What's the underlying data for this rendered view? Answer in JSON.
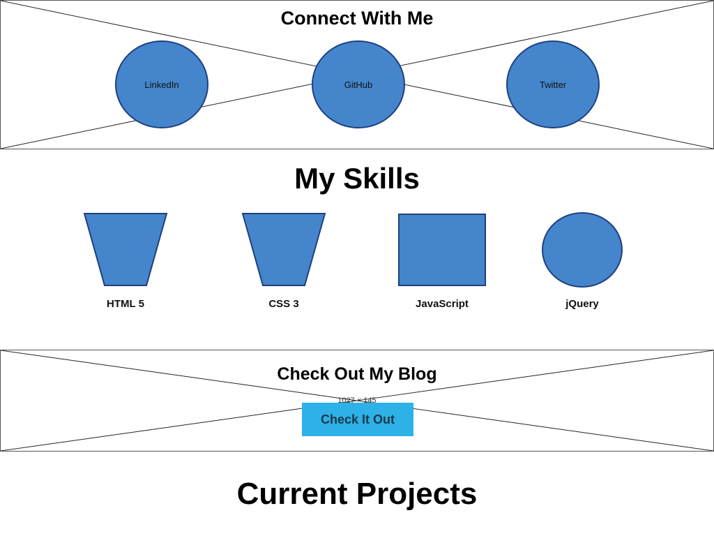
{
  "connect": {
    "title": "Connect With Me",
    "links": [
      {
        "label": "LinkedIn"
      },
      {
        "label": "GitHub"
      },
      {
        "label": "Twitter"
      }
    ]
  },
  "skills": {
    "title": "My Skills",
    "items": [
      {
        "label": "HTML 5",
        "shape": "trapezoid"
      },
      {
        "label": "CSS 3",
        "shape": "trapezoid"
      },
      {
        "label": "JavaScript",
        "shape": "square"
      },
      {
        "label": "jQuery",
        "shape": "circle"
      }
    ]
  },
  "blog": {
    "title": "Check Out My Blog",
    "dimension_label": "1027 × 145",
    "button_label": "Check It Out"
  },
  "projects": {
    "title": "Current Projects"
  },
  "colors": {
    "shape_fill": "#4485cc",
    "shape_stroke": "#1f3f80",
    "button_fill": "#2db1e6"
  }
}
